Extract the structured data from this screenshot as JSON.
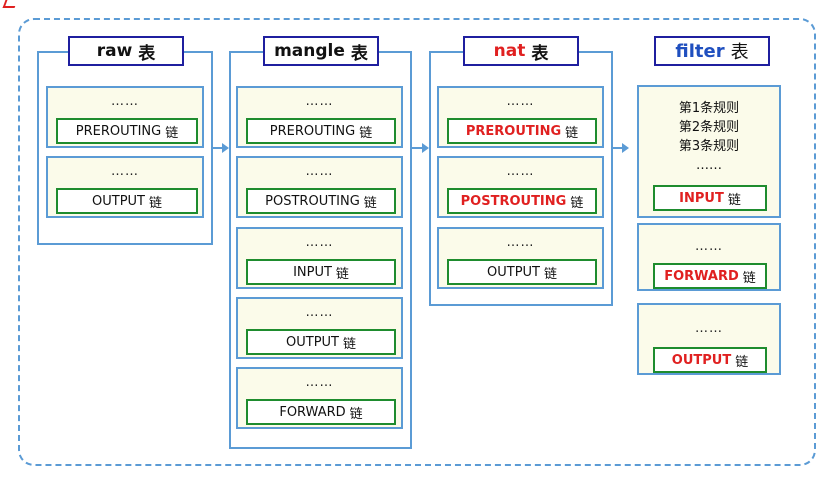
{
  "colors": {
    "accent_blue": "#5b9bd5",
    "title_border": "#1f1f9f",
    "chain_border": "#1e8c2e",
    "highlight_red": "#e02020",
    "chain_fill": "#fbfbea"
  },
  "tables": {
    "raw": {
      "name": "raw",
      "suffix": "表",
      "chains": [
        {
          "dots": "……",
          "name": "PREROUTING",
          "suffix": "链"
        },
        {
          "dots": "……",
          "name": "OUTPUT",
          "suffix": "链"
        }
      ]
    },
    "mangle": {
      "name": "mangle",
      "suffix": "表",
      "chains": [
        {
          "dots": "……",
          "name": "PREROUTING",
          "suffix": "链"
        },
        {
          "dots": "……",
          "name": "POSTROUTING",
          "suffix": "链"
        },
        {
          "dots": "……",
          "name": "INPUT",
          "suffix": "链"
        },
        {
          "dots": "……",
          "name": "OUTPUT",
          "suffix": "链"
        },
        {
          "dots": "……",
          "name": "FORWARD",
          "suffix": "链"
        }
      ]
    },
    "nat": {
      "name": "nat",
      "suffix": "表",
      "chains": [
        {
          "dots": "……",
          "name": "PREROUTING",
          "suffix": "链"
        },
        {
          "dots": "……",
          "name": "POSTROUTING",
          "suffix": "链"
        },
        {
          "dots": "……",
          "name": "OUTPUT",
          "suffix": "链"
        }
      ]
    },
    "filter": {
      "name": "filter",
      "suffix": "表",
      "rules": [
        "第1条规则",
        "第2条规则",
        "第3条规则",
        "……"
      ],
      "chains": [
        {
          "dots": "",
          "name": "INPUT",
          "suffix": "链"
        },
        {
          "dots": "……",
          "name": "FORWARD",
          "suffix": "链"
        },
        {
          "dots": "……",
          "name": "OUTPUT",
          "suffix": "链"
        }
      ]
    }
  }
}
